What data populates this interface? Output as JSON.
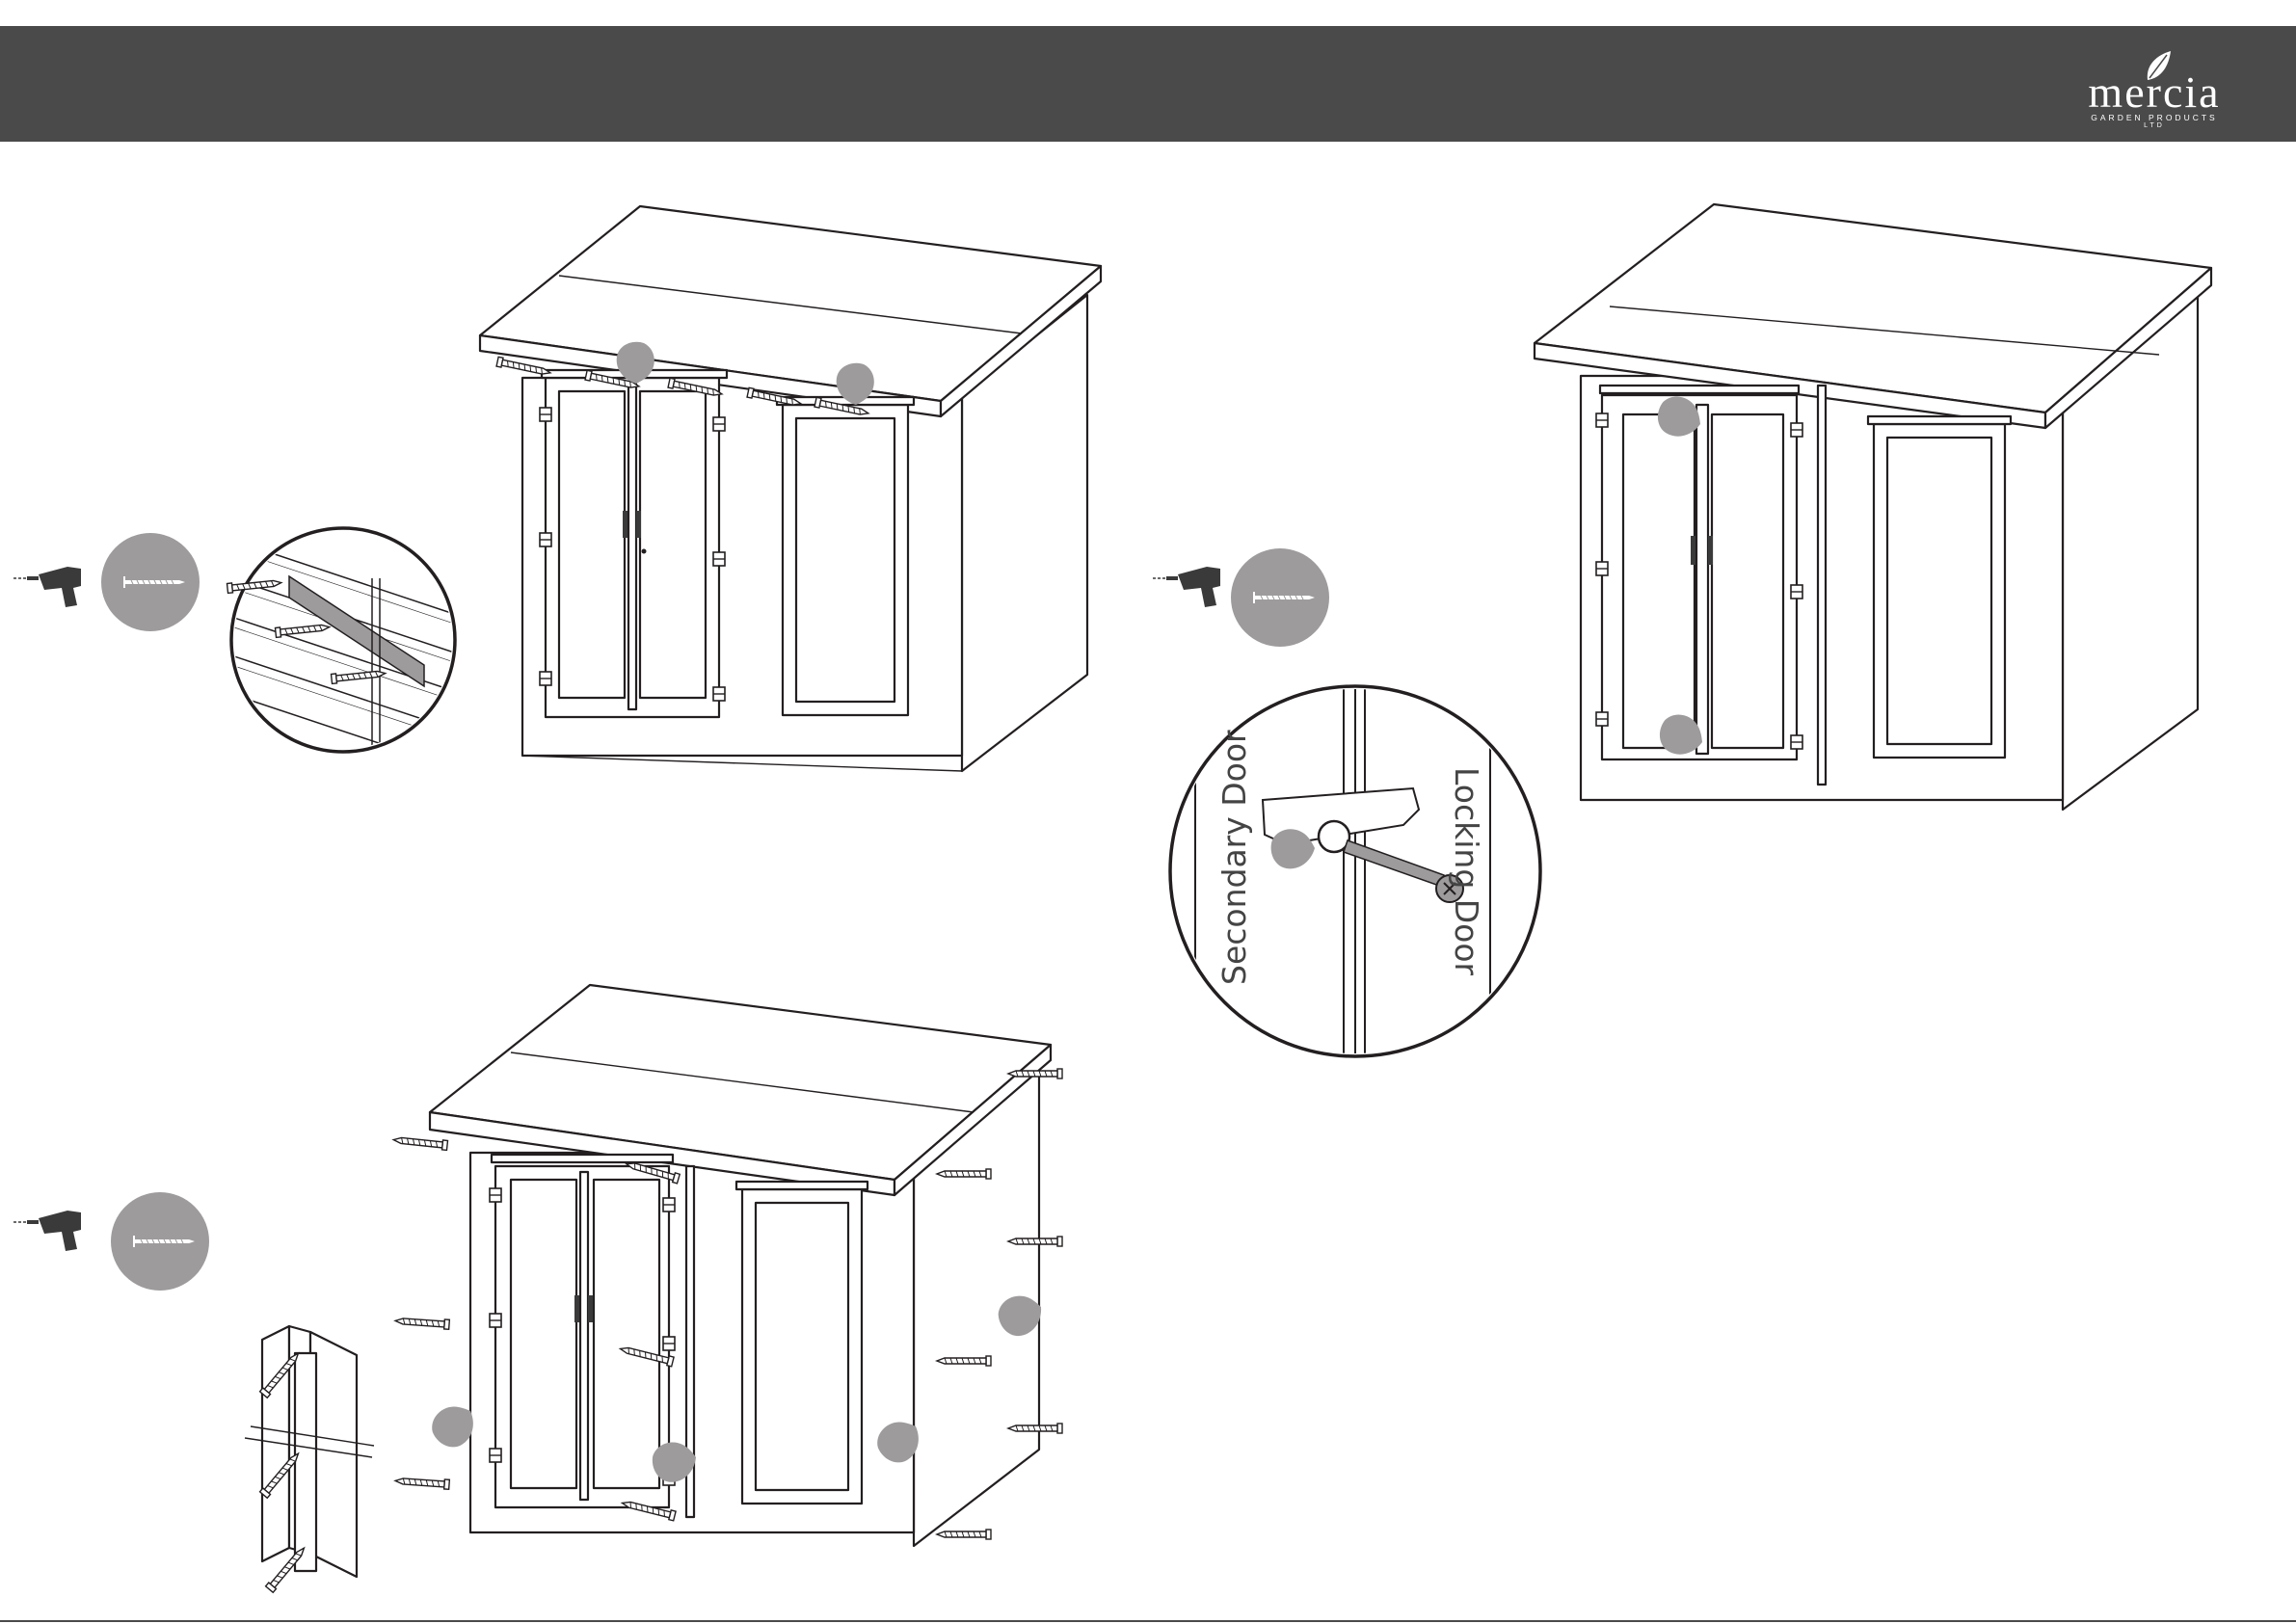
{
  "brand": {
    "name": "mercia",
    "tagline": "GARDEN PRODUCTS",
    "suffix": "LTD",
    "header_color": "#4b4a4b"
  },
  "labels": {
    "secondary_door": "Secondary Door",
    "locking_door": "Locking Door"
  },
  "icons": [
    "drill-icon",
    "screw-icon"
  ],
  "colors": {
    "callout_grey": "#9d9b9c",
    "line": "#231f20"
  }
}
